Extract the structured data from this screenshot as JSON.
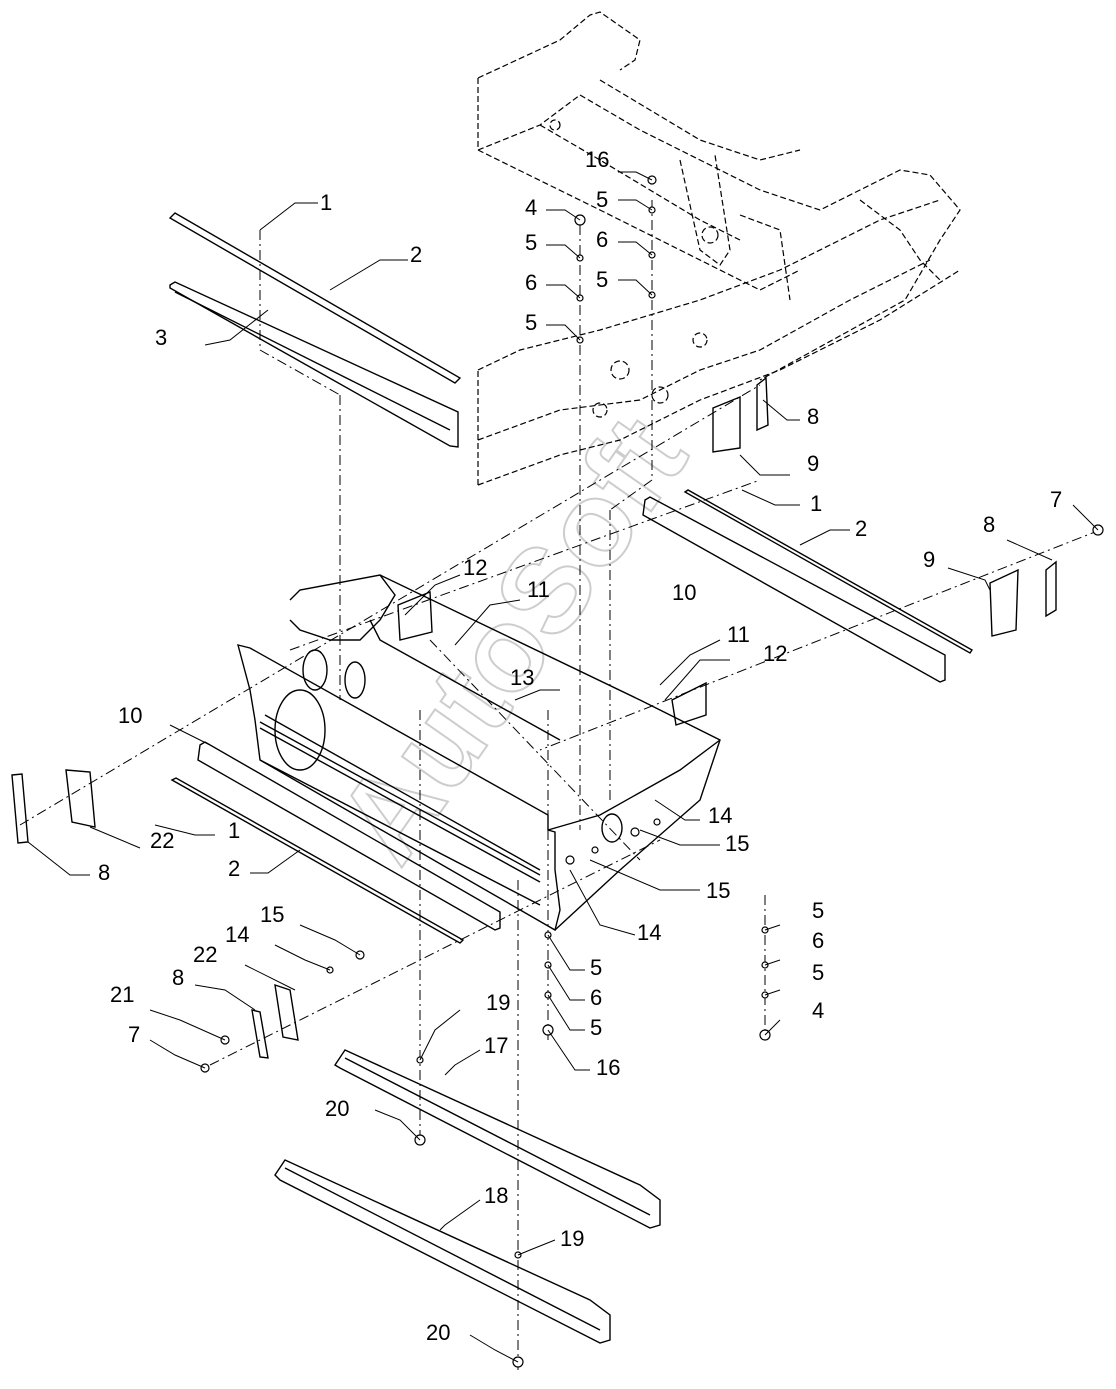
{
  "watermark": "AutoSoft",
  "callouts": {
    "c1_top": "1",
    "c2_top": "2",
    "c3": "3",
    "c4_top": "4",
    "c5_a": "5",
    "c6_a": "6",
    "c5_b": "5",
    "c16_top": "16",
    "c5_c": "5",
    "c6_b": "6",
    "c5_d": "5",
    "c8_top": "8",
    "c9_top": "9",
    "c1_right": "1",
    "c2_right": "2",
    "c7_right": "7",
    "c8_right": "8",
    "c9_right": "9",
    "c10_right": "10",
    "c12_left": "12",
    "c11_left": "11",
    "c11_right": "11",
    "c12_right": "12",
    "c13": "13",
    "c10_left": "10",
    "c22_left": "22",
    "c1_left": "1",
    "c8_left": "8",
    "c2_left": "2",
    "c14_right": "14",
    "c15_right_a": "15",
    "c15_right_b": "15",
    "c14_mid": "14",
    "c5_r1": "5",
    "c6_r": "6",
    "c5_r2": "5",
    "c4_r": "4",
    "c5_m1": "5",
    "c6_m": "6",
    "c5_m2": "5",
    "c16_m": "16",
    "c15_bl": "15",
    "c14_bl": "14",
    "c22_bl": "22",
    "c21": "21",
    "c8_bl": "8",
    "c7_bl": "7",
    "c19_top": "19",
    "c17": "17",
    "c20_top": "20",
    "c18": "18",
    "c19_bot": "19",
    "c20_bot": "20"
  }
}
